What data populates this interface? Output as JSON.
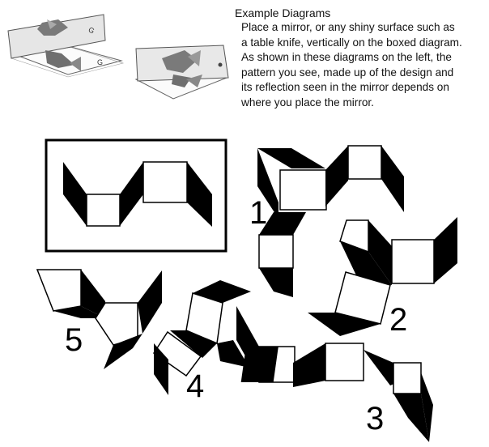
{
  "header": {
    "title": "Example Diagrams"
  },
  "instructions": {
    "lines": [
      "Place a mirror, or any shiny surface such as",
      "a table knife, vertically on the boxed diagram.",
      "As shown in these diagrams on the left, the",
      "pattern you see, made up of the design and",
      "its reflection seen in the mirror depends on",
      "where you place the mirror."
    ]
  },
  "figures": {
    "labels": [
      "1",
      "2",
      "3",
      "4",
      "5"
    ]
  },
  "example_images": {
    "left_mirror_letter": "G",
    "left_paper_letter": "G"
  }
}
